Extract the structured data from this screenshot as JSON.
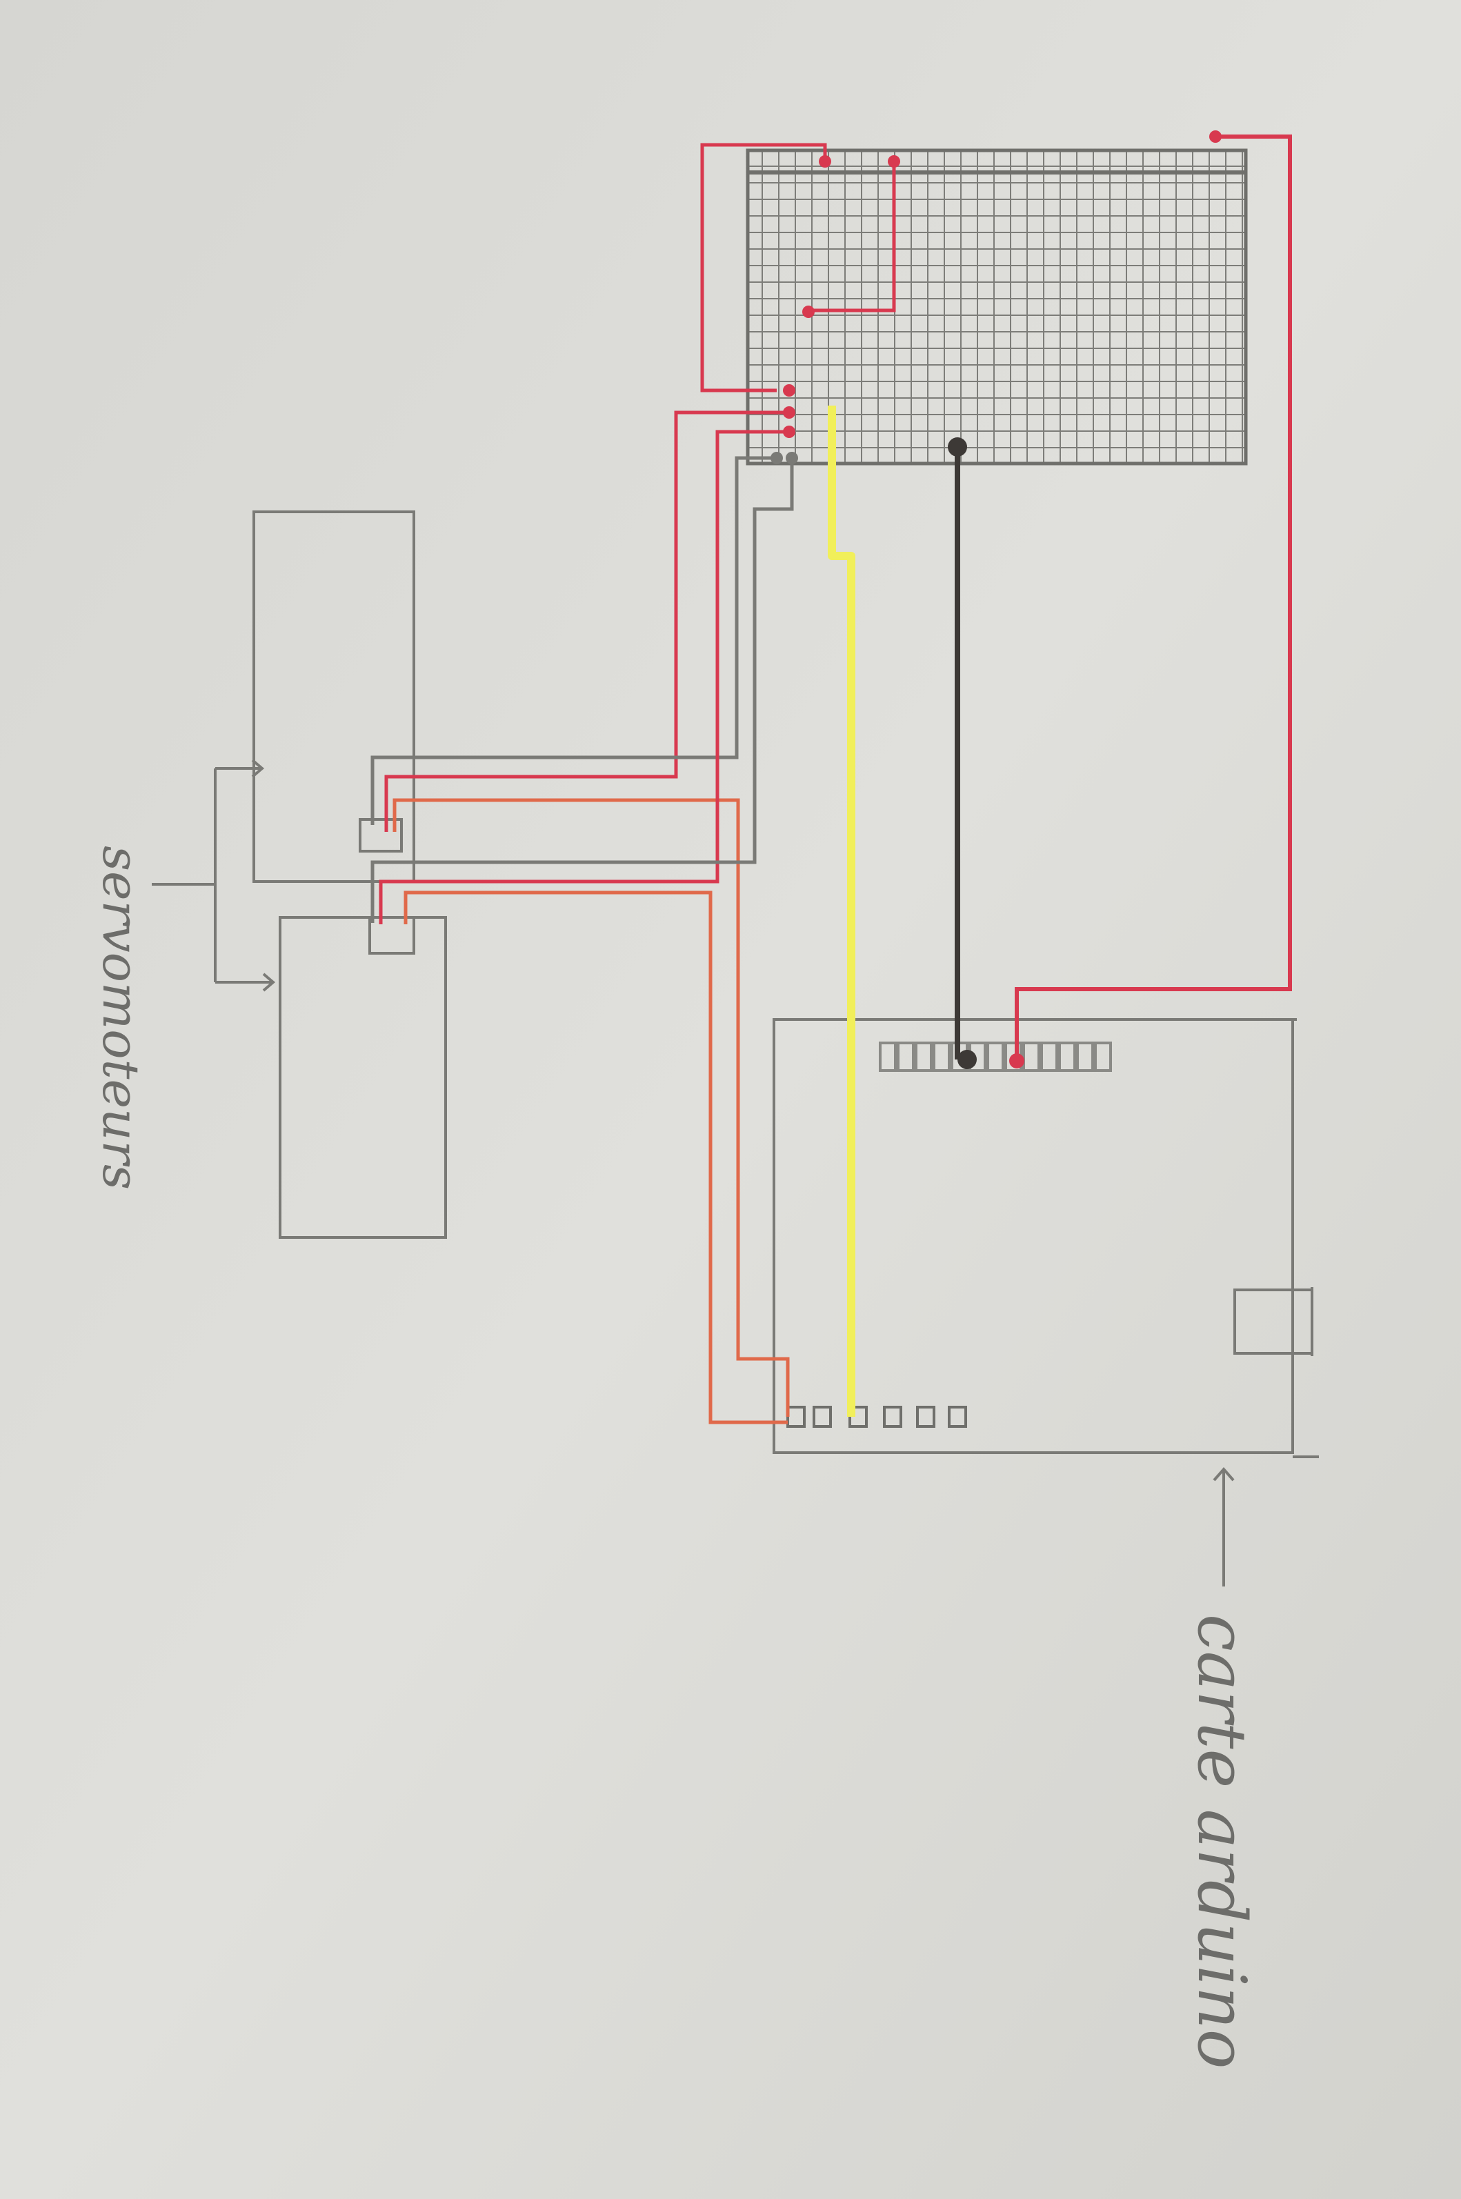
{
  "labels": {
    "servos": "servomoteurs",
    "arduino": "carte arduino"
  },
  "colors": {
    "paper": "#dcdcd8",
    "pencil": "#7a7a76",
    "red_wire": "#d8394f",
    "orange_wire": "#e0694a",
    "yellow_wire": "#f1ef5a",
    "black_wire": "#3d3936"
  },
  "components": [
    {
      "name": "servo-motor",
      "count": 2
    },
    {
      "name": "breadboard"
    },
    {
      "name": "arduino-board"
    }
  ]
}
